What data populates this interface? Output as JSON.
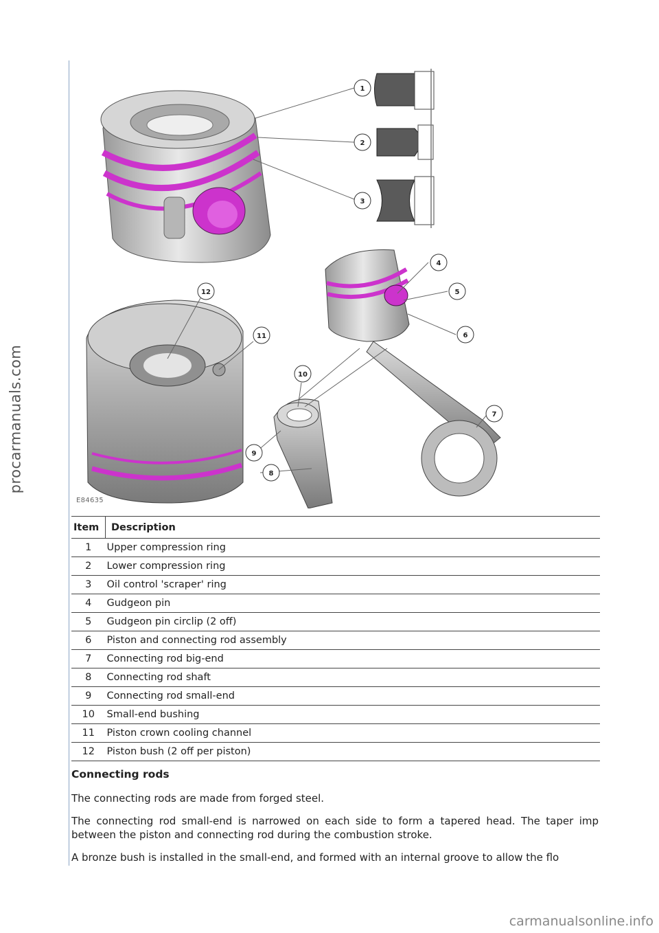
{
  "watermark": {
    "side": "procarmanuals.com",
    "footer": "carmanualsonline.info"
  },
  "figure": {
    "code": "E84635",
    "callouts": [
      "1",
      "2",
      "3",
      "4",
      "5",
      "6",
      "7",
      "8",
      "9",
      "10",
      "11",
      "12"
    ],
    "colors": {
      "highlight": "#cc33cc",
      "metal": "#c8c8c8",
      "dark": "#4a4a4a"
    }
  },
  "table": {
    "headers": {
      "item": "Item",
      "description": "Description"
    },
    "rows": [
      {
        "item": "1",
        "description": "Upper compression ring"
      },
      {
        "item": "2",
        "description": "Lower compression ring"
      },
      {
        "item": "3",
        "description": "Oil control 'scraper' ring"
      },
      {
        "item": "4",
        "description": "Gudgeon pin"
      },
      {
        "item": "5",
        "description": "Gudgeon pin circlip (2 off)"
      },
      {
        "item": "6",
        "description": "Piston and connecting rod assembly"
      },
      {
        "item": "7",
        "description": "Connecting rod big-end"
      },
      {
        "item": "8",
        "description": "Connecting rod shaft"
      },
      {
        "item": "9",
        "description": "Connecting rod small-end"
      },
      {
        "item": "10",
        "description": "Small-end bushing"
      },
      {
        "item": "11",
        "description": "Piston crown cooling channel"
      },
      {
        "item": "12",
        "description": "Piston bush (2 off per piston)"
      }
    ]
  },
  "section": {
    "heading": "Connecting rods",
    "p1": "The connecting rods are made from forged steel.",
    "p2_line1": "The connecting rod small-end is narrowed on each side to form a tapered head. The taper imp",
    "p2_line2": "between the piston and connecting rod during the combustion stroke.",
    "p3": "A bronze bush is installed in the small-end, and formed with an internal groove to allow the flo"
  }
}
